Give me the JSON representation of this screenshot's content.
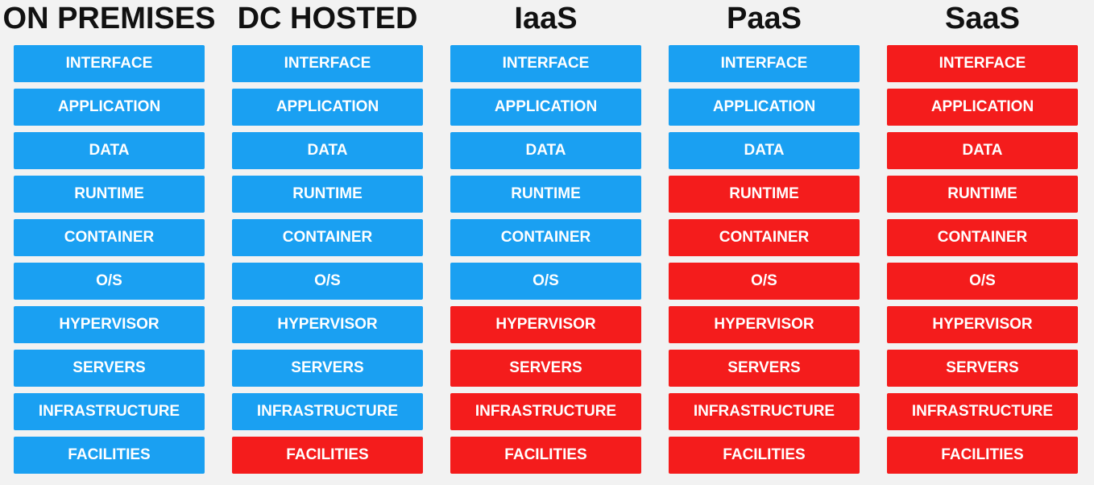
{
  "colors": {
    "customer_managed": "#1aa0f2",
    "provider_managed": "#f41c1c"
  },
  "columns": [
    {
      "title": "ON PREMISES",
      "layers": [
        {
          "label": "INTERFACE",
          "managed_by": "customer"
        },
        {
          "label": "APPLICATION",
          "managed_by": "customer"
        },
        {
          "label": "DATA",
          "managed_by": "customer"
        },
        {
          "label": "RUNTIME",
          "managed_by": "customer"
        },
        {
          "label": "CONTAINER",
          "managed_by": "customer"
        },
        {
          "label": "O/S",
          "managed_by": "customer"
        },
        {
          "label": "HYPERVISOR",
          "managed_by": "customer"
        },
        {
          "label": "SERVERS",
          "managed_by": "customer"
        },
        {
          "label": "INFRASTRUCTURE",
          "managed_by": "customer"
        },
        {
          "label": "FACILITIES",
          "managed_by": "customer"
        }
      ]
    },
    {
      "title": "DC HOSTED",
      "layers": [
        {
          "label": "INTERFACE",
          "managed_by": "customer"
        },
        {
          "label": "APPLICATION",
          "managed_by": "customer"
        },
        {
          "label": "DATA",
          "managed_by": "customer"
        },
        {
          "label": "RUNTIME",
          "managed_by": "customer"
        },
        {
          "label": "CONTAINER",
          "managed_by": "customer"
        },
        {
          "label": "O/S",
          "managed_by": "customer"
        },
        {
          "label": "HYPERVISOR",
          "managed_by": "customer"
        },
        {
          "label": "SERVERS",
          "managed_by": "customer"
        },
        {
          "label": "INFRASTRUCTURE",
          "managed_by": "customer"
        },
        {
          "label": "FACILITIES",
          "managed_by": "provider"
        }
      ]
    },
    {
      "title": "IaaS",
      "layers": [
        {
          "label": "INTERFACE",
          "managed_by": "customer"
        },
        {
          "label": "APPLICATION",
          "managed_by": "customer"
        },
        {
          "label": "DATA",
          "managed_by": "customer"
        },
        {
          "label": "RUNTIME",
          "managed_by": "customer"
        },
        {
          "label": "CONTAINER",
          "managed_by": "customer"
        },
        {
          "label": "O/S",
          "managed_by": "customer"
        },
        {
          "label": "HYPERVISOR",
          "managed_by": "provider"
        },
        {
          "label": "SERVERS",
          "managed_by": "provider"
        },
        {
          "label": "INFRASTRUCTURE",
          "managed_by": "provider"
        },
        {
          "label": "FACILITIES",
          "managed_by": "provider"
        }
      ]
    },
    {
      "title": "PaaS",
      "layers": [
        {
          "label": "INTERFACE",
          "managed_by": "customer"
        },
        {
          "label": "APPLICATION",
          "managed_by": "customer"
        },
        {
          "label": "DATA",
          "managed_by": "customer"
        },
        {
          "label": "RUNTIME",
          "managed_by": "provider"
        },
        {
          "label": "CONTAINER",
          "managed_by": "provider"
        },
        {
          "label": "O/S",
          "managed_by": "provider"
        },
        {
          "label": "HYPERVISOR",
          "managed_by": "provider"
        },
        {
          "label": "SERVERS",
          "managed_by": "provider"
        },
        {
          "label": "INFRASTRUCTURE",
          "managed_by": "provider"
        },
        {
          "label": "FACILITIES",
          "managed_by": "provider"
        }
      ]
    },
    {
      "title": "SaaS",
      "layers": [
        {
          "label": "INTERFACE",
          "managed_by": "provider"
        },
        {
          "label": "APPLICATION",
          "managed_by": "provider"
        },
        {
          "label": "DATA",
          "managed_by": "provider"
        },
        {
          "label": "RUNTIME",
          "managed_by": "provider"
        },
        {
          "label": "CONTAINER",
          "managed_by": "provider"
        },
        {
          "label": "O/S",
          "managed_by": "provider"
        },
        {
          "label": "HYPERVISOR",
          "managed_by": "provider"
        },
        {
          "label": "SERVERS",
          "managed_by": "provider"
        },
        {
          "label": "INFRASTRUCTURE",
          "managed_by": "provider"
        },
        {
          "label": "FACILITIES",
          "managed_by": "provider"
        }
      ]
    }
  ]
}
